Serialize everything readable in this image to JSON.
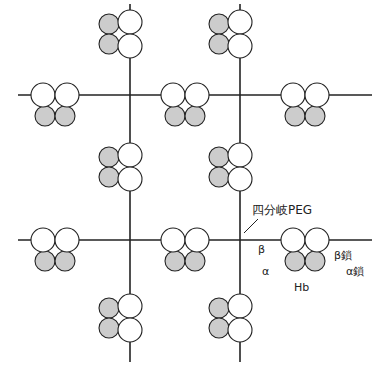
{
  "diagram": {
    "labels": [
      "四分岐PEG",
      "β",
      "β鎖",
      "α",
      "α鎖",
      "Hb"
    ]
  }
}
